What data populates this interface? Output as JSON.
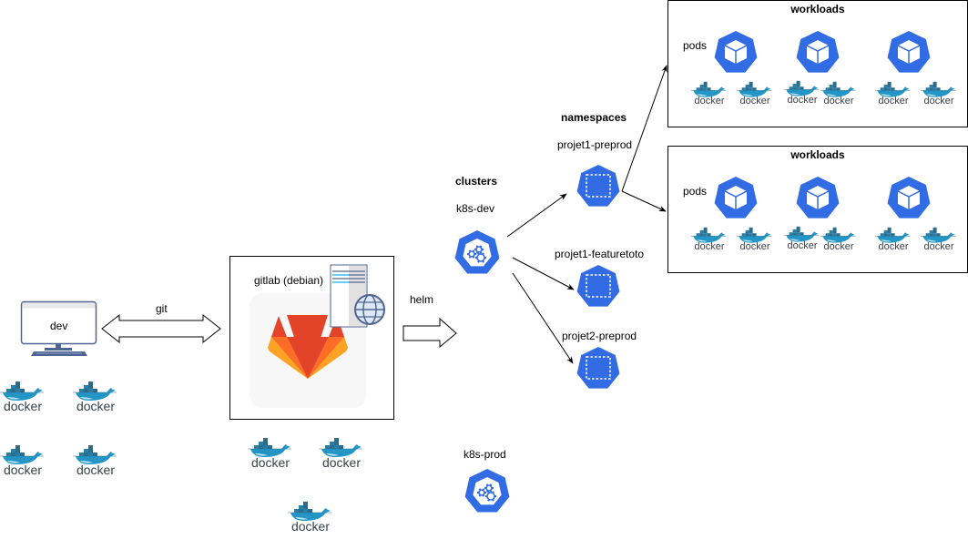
{
  "diagram": {
    "dev": {
      "label": "dev"
    },
    "git_link": {
      "label": "git"
    },
    "gitlab": {
      "label": "gitlab (debian)"
    },
    "helm_link": {
      "label": "helm"
    },
    "clusters": {
      "heading": "clusters",
      "items": [
        {
          "label": "k8s-dev"
        },
        {
          "label": "k8s-prod"
        }
      ]
    },
    "namespaces": {
      "heading": "namespaces",
      "items": [
        {
          "label": "projet1-preprod"
        },
        {
          "label": "projet1-featuretoto"
        },
        {
          "label": "projet2-preprod"
        }
      ]
    },
    "workloads": [
      {
        "title": "workloads",
        "pods_label": "pods"
      },
      {
        "title": "workloads",
        "pods_label": "pods"
      }
    ],
    "docker_label": "docker",
    "colors": {
      "k8s_blue": "#326ce5",
      "docker_blue": "#2496c6",
      "docker_text": "#3b4148",
      "gitlab_red": "#e24329",
      "gitlab_orange": "#fc6d26",
      "gitlab_yellow": "#fca326",
      "line": "#000000"
    }
  }
}
